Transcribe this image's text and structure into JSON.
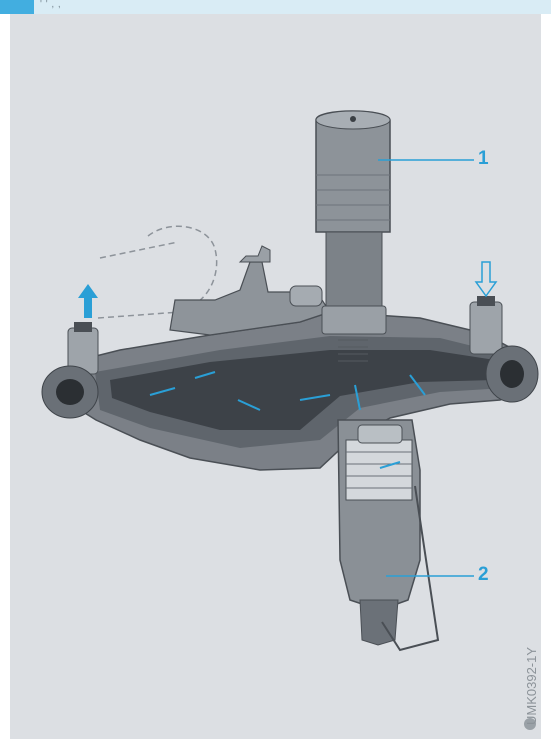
{
  "header": {
    "caption_fragment": "'   ' ,   ,"
  },
  "callouts": {
    "one": "1",
    "two": "2"
  },
  "figure_code": "UMK0392-1Y",
  "colors": {
    "accent": "#2a9fd6",
    "panel": "#dcdfe3",
    "header_band": "#d9ecf5",
    "header_tab": "#42aee0"
  }
}
